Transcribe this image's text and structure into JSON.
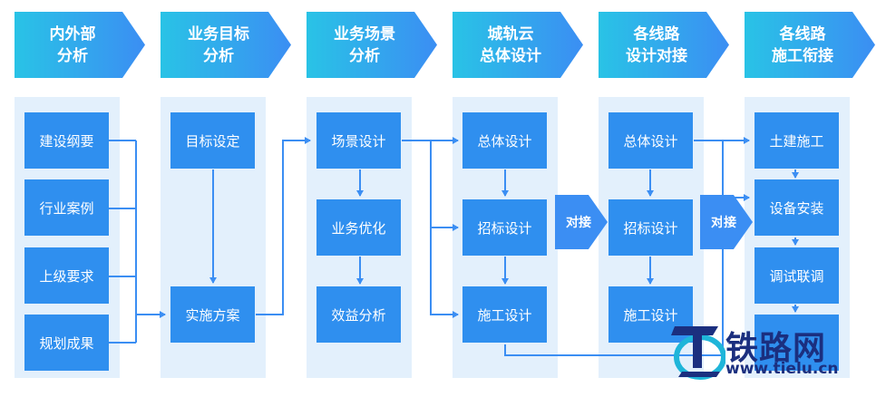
{
  "headers": [
    {
      "label": "内外部\n分析"
    },
    {
      "label": "业务目标\n分析"
    },
    {
      "label": "业务场景\n分析"
    },
    {
      "label": "城轨云\n总体设计"
    },
    {
      "label": "各线路\n设计对接"
    },
    {
      "label": "各线路\n施工衔接"
    }
  ],
  "col1": [
    "建设纲要",
    "行业案例",
    "上级要求",
    "规划成果"
  ],
  "col2": [
    "目标设定",
    "实施方案"
  ],
  "col3": [
    "场景设计",
    "业务优化",
    "效益分析"
  ],
  "col4": [
    "总体设计",
    "招标设计",
    "施工设计"
  ],
  "col5": [
    "总体设计",
    "招标设计",
    "施工设计"
  ],
  "col6": [
    "土建施工",
    "设备安装",
    "调试联调"
  ],
  "dock_labels": [
    "对接",
    "对接"
  ],
  "watermark": {
    "text": "铁路网",
    "url": "www.tielu.cn"
  },
  "colors": {
    "box": "#2f8fef",
    "panel": "#e3f0fc",
    "line": "#3b8ef3"
  }
}
